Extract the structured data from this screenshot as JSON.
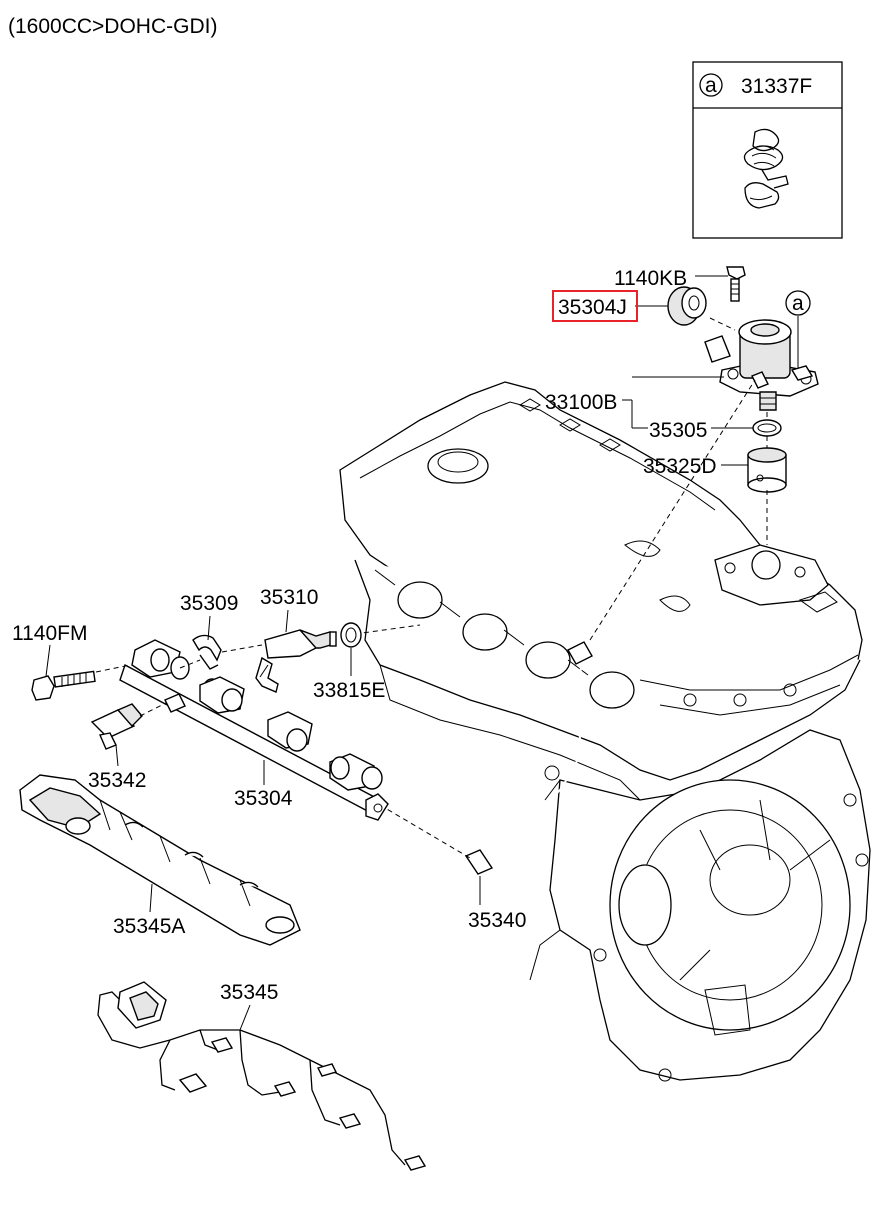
{
  "header": {
    "spec": "(1600CC>DOHC-GDI)"
  },
  "inset": {
    "ref_letter": "a",
    "part_number": "31337F"
  },
  "highlight_color": "#e8232a",
  "labels": {
    "p1140KB": "1140KB",
    "p35304J": "35304J",
    "pa_ref": "a",
    "p33100B": "33100B",
    "p35305": "35305",
    "p35325D": "35325D",
    "p35309": "35309",
    "p35310": "35310",
    "p1140FM": "1140FM",
    "p33815E": "33815E",
    "p35342": "35342",
    "p35304": "35304",
    "p35340": "35340",
    "p35345A": "35345A",
    "p35345": "35345"
  }
}
